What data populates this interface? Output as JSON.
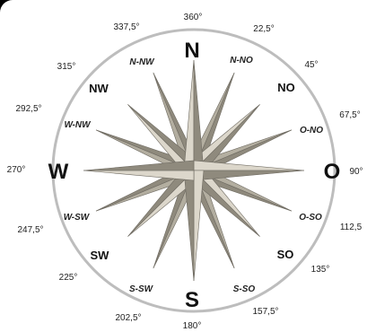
{
  "colors": {
    "page_background": "#000000",
    "dial_background": "#ffffff",
    "ring": "#bdbdbd",
    "point_light": "#dcd7cb",
    "point_dark": "#8f8a7d",
    "point_mid": "#b3aea0",
    "point_outline": "#6f6b62"
  },
  "cardinal_labels": [
    {
      "key": "N",
      "text": "N"
    },
    {
      "key": "O",
      "text": "O"
    },
    {
      "key": "S",
      "text": "S"
    },
    {
      "key": "W",
      "text": "W"
    }
  ],
  "intercardinal_labels": [
    {
      "key": "NO",
      "text": "NO"
    },
    {
      "key": "SO",
      "text": "SO"
    },
    {
      "key": "SW",
      "text": "SW"
    },
    {
      "key": "NW",
      "text": "NW"
    }
  ],
  "half_wind_labels": [
    {
      "key": "N-NO",
      "text": "N-NO"
    },
    {
      "key": "O-NO",
      "text": "O-NO"
    },
    {
      "key": "O-SO",
      "text": "O-SO"
    },
    {
      "key": "S-SO",
      "text": "S-SO"
    },
    {
      "key": "S-SW",
      "text": "S-SW"
    },
    {
      "key": "W-SW",
      "text": "W-SW"
    },
    {
      "key": "W-NW",
      "text": "W-NW"
    },
    {
      "key": "N-NW",
      "text": "N-NW"
    }
  ],
  "degree_labels": [
    {
      "key": "360",
      "text": "360°"
    },
    {
      "key": "22.5",
      "text": "22,5°"
    },
    {
      "key": "45",
      "text": "45°"
    },
    {
      "key": "67.5",
      "text": "67,5°"
    },
    {
      "key": "90",
      "text": "90°"
    },
    {
      "key": "112.5",
      "text": "112,5"
    },
    {
      "key": "135",
      "text": "135°"
    },
    {
      "key": "157.5",
      "text": "157,5°"
    },
    {
      "key": "180",
      "text": "180°"
    },
    {
      "key": "202.5",
      "text": "202,5°"
    },
    {
      "key": "225",
      "text": "225°"
    },
    {
      "key": "247.5",
      "text": "247,5°"
    },
    {
      "key": "270",
      "text": "270°"
    },
    {
      "key": "292.5",
      "text": "292,5°"
    },
    {
      "key": "315",
      "text": "315°"
    },
    {
      "key": "337.5",
      "text": "337,5°"
    }
  ]
}
